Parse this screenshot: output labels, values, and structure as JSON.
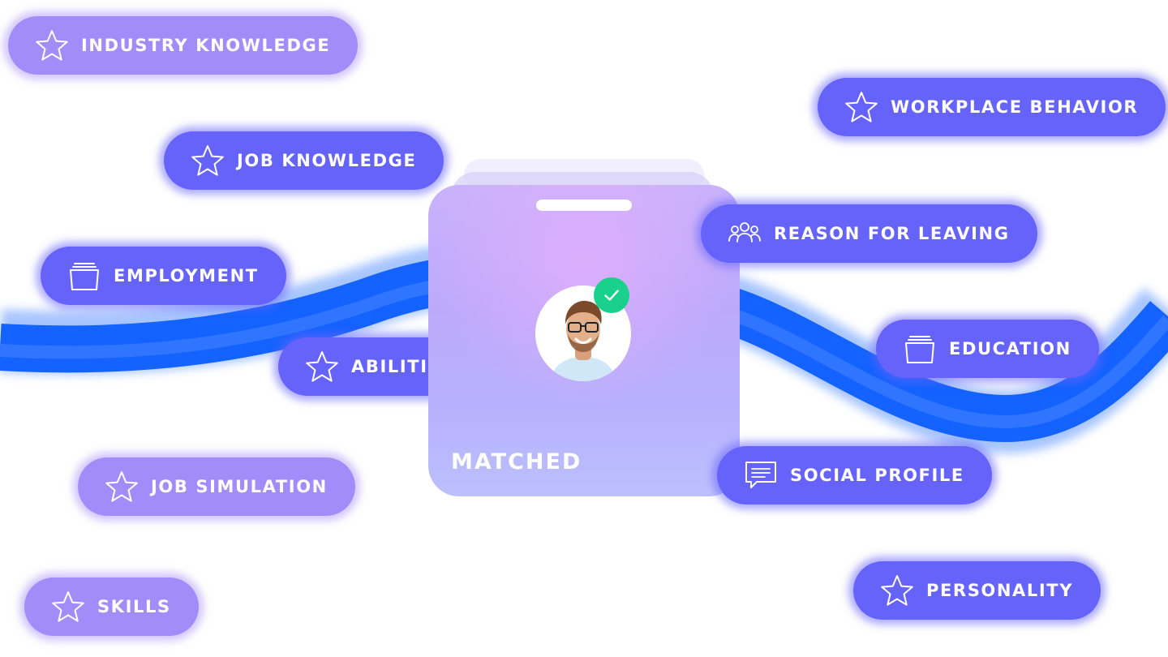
{
  "card": {
    "status_label": "MATCHED",
    "match_icon": "check-icon"
  },
  "pills": {
    "industry_knowledge": {
      "label": "INDUSTRY KNOWLEDGE",
      "icon": "star-icon"
    },
    "job_knowledge": {
      "label": "JOB KNOWLEDGE",
      "icon": "star-icon"
    },
    "employment": {
      "label": "EMPLOYMENT",
      "icon": "folder-icon"
    },
    "abilities": {
      "label": "ABILITIES",
      "icon": "star-icon"
    },
    "job_simulation": {
      "label": "JOB SIMULATION",
      "icon": "star-icon"
    },
    "skills": {
      "label": "SKILLS",
      "icon": "star-icon"
    },
    "workplace_behavior": {
      "label": "WORKPLACE BEHAVIOR",
      "icon": "star-icon"
    },
    "reason_for_leaving": {
      "label": "REASON FOR LEAVING",
      "icon": "people-icon"
    },
    "education": {
      "label": "EDUCATION",
      "icon": "folder-icon"
    },
    "social_profile": {
      "label": "SOCIAL PROFILE",
      "icon": "chat-icon"
    },
    "personality": {
      "label": "PERSONALITY",
      "icon": "star-icon"
    }
  },
  "colors": {
    "pill_strong": "#6663fb",
    "pill_soft": "#a28cf9",
    "wave": "#1462ff",
    "match_check": "#19d08c"
  }
}
